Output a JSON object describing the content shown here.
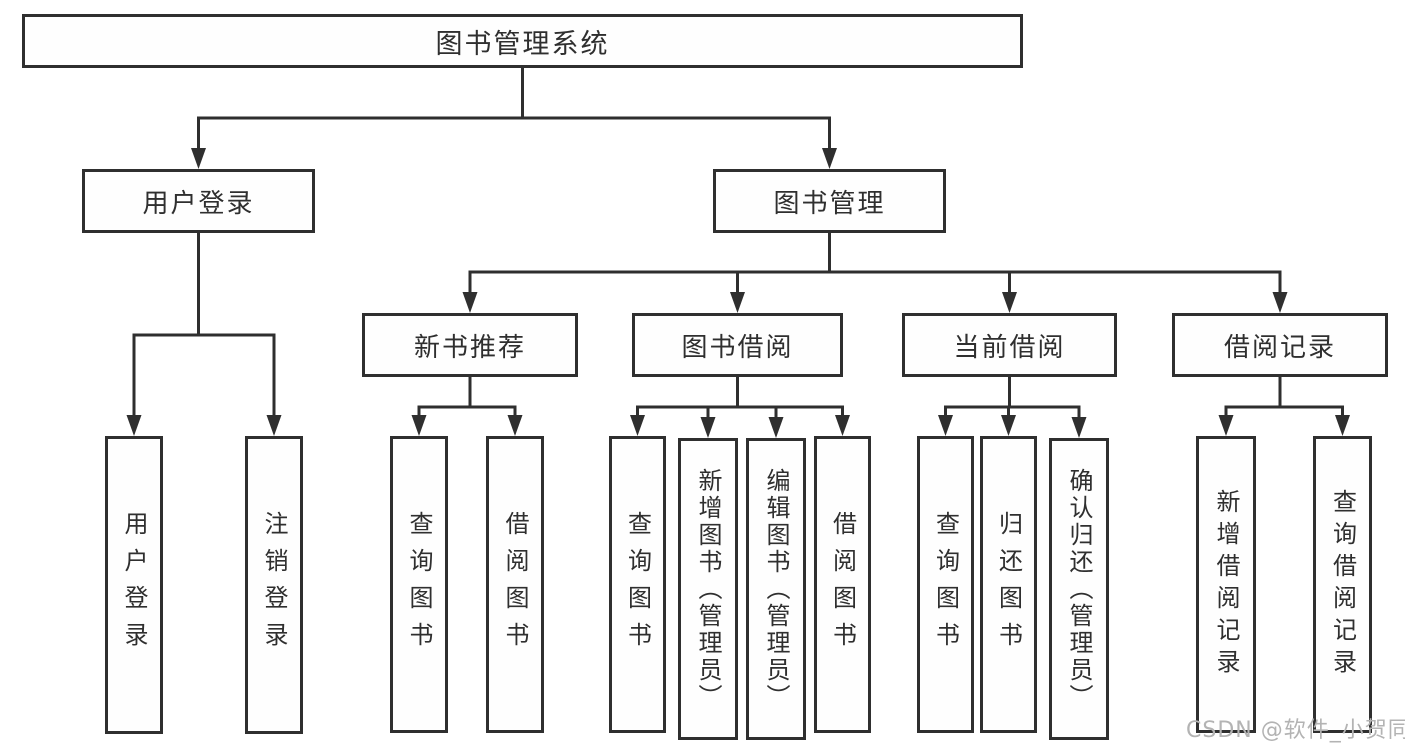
{
  "diagram": {
    "root": {
      "label": "图书管理系统",
      "children": [
        {
          "label": "用户登录",
          "children": [
            {
              "label": "用户登录"
            },
            {
              "label": "注销登录"
            }
          ]
        },
        {
          "label": "图书管理",
          "children": [
            {
              "label": "新书推荐",
              "children": [
                {
                  "label": "查询图书"
                },
                {
                  "label": "借阅图书"
                }
              ]
            },
            {
              "label": "图书借阅",
              "children": [
                {
                  "label": "查询图书"
                },
                {
                  "label": "新增图书（管理员）"
                },
                {
                  "label": "编辑图书（管理员）"
                },
                {
                  "label": "借阅图书"
                }
              ]
            },
            {
              "label": "当前借阅",
              "children": [
                {
                  "label": "查询图书"
                },
                {
                  "label": "归还图书"
                },
                {
                  "label": "确认归还（管理员）"
                }
              ]
            },
            {
              "label": "借阅记录",
              "children": [
                {
                  "label": "新增借阅记录"
                },
                {
                  "label": "查询借阅记录"
                }
              ]
            }
          ]
        }
      ]
    }
  },
  "watermark": {
    "text": "CSDN @软件_小贺同学"
  },
  "colors": {
    "line": "#2f2f2f",
    "text": "#2f2f2f",
    "watermark": "#b3b3b3",
    "background": "#ffffff"
  }
}
